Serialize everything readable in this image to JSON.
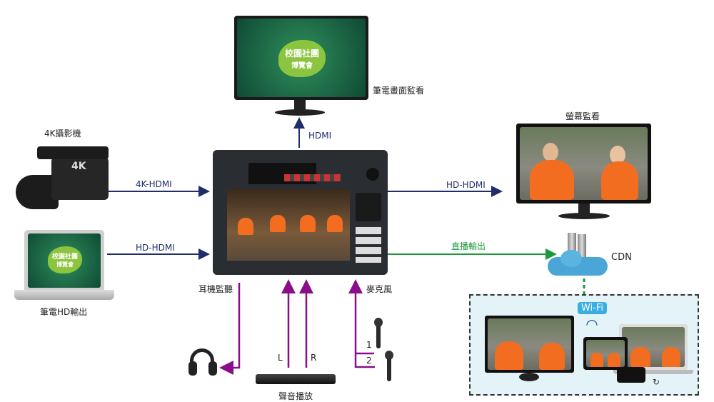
{
  "nodes": {
    "top_monitor": {
      "label": "筆電畫面監看",
      "screen_title": "校園社團",
      "screen_subtitle": "博覽會"
    },
    "camera": {
      "label": "4K攝影機",
      "badge": "4K"
    },
    "laptop": {
      "label": "筆電HD輸出",
      "screen_title": "校園社團",
      "screen_subtitle": "博覽會"
    },
    "right_monitor": {
      "label": "螢幕監看"
    },
    "cdn": {
      "label": "CDN"
    },
    "headphones": {
      "label": "耳機監聽"
    },
    "microphones": {
      "label": "麥克風",
      "mic1": "1",
      "mic2": "2"
    },
    "audio_player": {
      "label": "聲音播放"
    },
    "audio_channels": {
      "left": "L",
      "right": "R"
    },
    "viewers": {
      "wifi": "Wi-Fi"
    }
  },
  "links": {
    "hdmi_top": "HDMI",
    "camera_in": "4K-HDMI",
    "laptop_in": "HD-HDMI",
    "monitor_out": "HD-HDMI",
    "stream_out": "直播輸出"
  },
  "colors": {
    "video": "#1f2d6b",
    "stream": "#1a9a3a",
    "audio": "#8a0e8a",
    "viewer_box": "#e4f3f7"
  }
}
